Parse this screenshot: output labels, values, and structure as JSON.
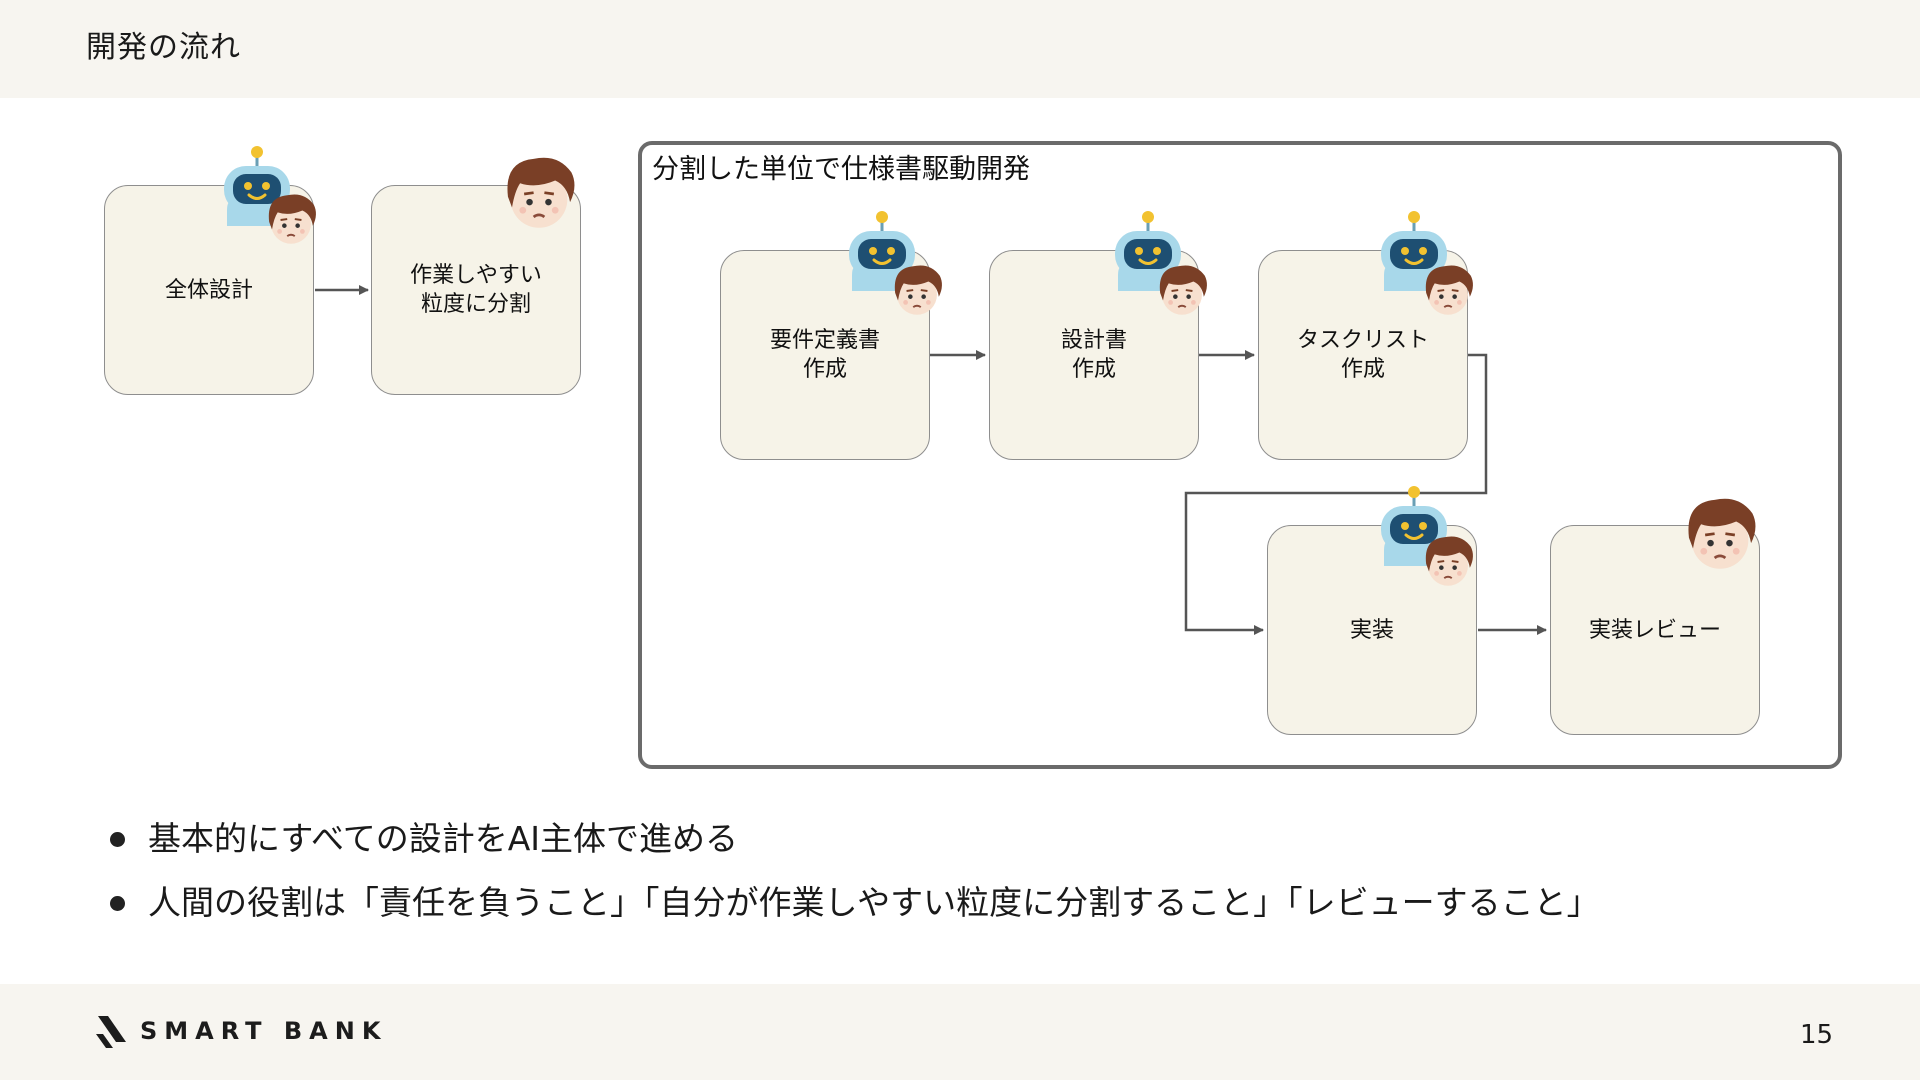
{
  "header": {
    "title": "開発の流れ"
  },
  "diagram": {
    "nodes": {
      "overall_design": {
        "line1": "全体設計",
        "line2": ""
      },
      "split": {
        "line1": "作業しやすい",
        "line2": "粒度に分割"
      },
      "requirements": {
        "line1": "要件定義書",
        "line2": "作成"
      },
      "design_doc": {
        "line1": "設計書",
        "line2": "作成"
      },
      "task_list": {
        "line1": "タスクリスト",
        "line2": "作成"
      },
      "implementation": {
        "line1": "実装",
        "line2": ""
      },
      "impl_review": {
        "line1": "実装レビュー",
        "line2": ""
      }
    },
    "group_title": "分割した単位で仕様書駆動開発"
  },
  "bullets": [
    "基本的にすべての設計をAI主体で進める",
    "人間の役割は「責任を負うこと」「自分が作業しやすい粒度に分割すること」「レビューすること」"
  ],
  "footer": {
    "logo_text": "SMART BANK",
    "page_number": "15"
  },
  "colors": {
    "header_bg": "#f7f5f0",
    "node_fill": "#f6f3e8",
    "node_border": "#8e8e8e",
    "group_border": "#6b6b6b",
    "arrow": "#555555",
    "robot_body": "#a8d8ea",
    "robot_antenna": "#f2c230",
    "robot_face": "#1e4f72",
    "hair": "#7a3f26",
    "skin": "#f7e0cf"
  },
  "icons": [
    "robot-icon",
    "person-icon"
  ]
}
